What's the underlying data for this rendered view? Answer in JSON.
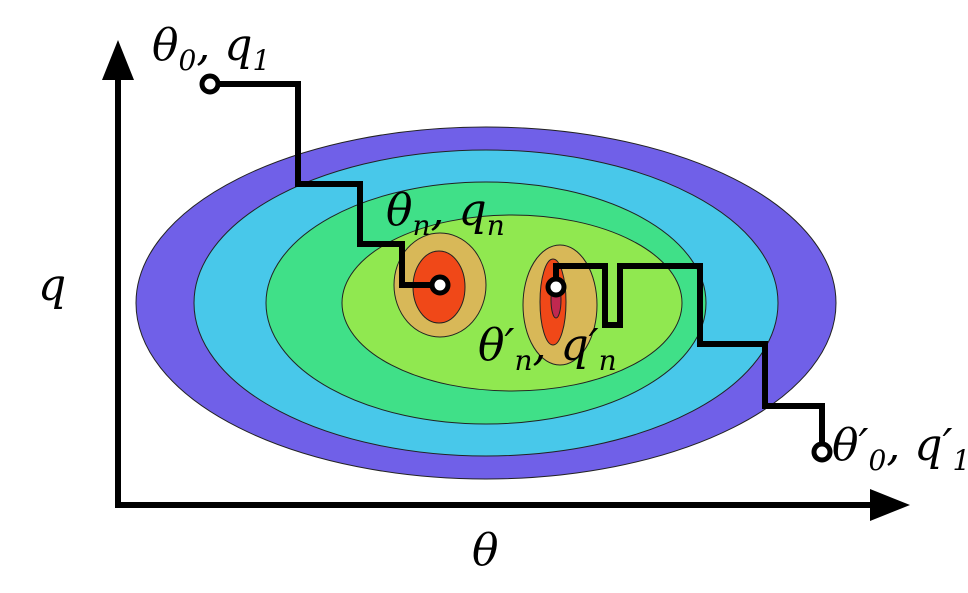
{
  "axes": {
    "x_label": "θ",
    "y_label": "q"
  },
  "points": {
    "start_1": {
      "main": "θ",
      "sub": "0",
      "sep": ", q",
      "sub2": "1",
      "prime": ""
    },
    "end_1": {
      "main": "θ",
      "sub": "n",
      "sep": ", q",
      "sub2": "n",
      "prime": ""
    },
    "start_2": {
      "main": "θ′",
      "sub": "0",
      "sep": ", q′",
      "sub2": "1",
      "prime": ""
    },
    "end_2": {
      "main": "θ′",
      "sub": "n",
      "sep": ", q′",
      "sub2": "n",
      "prime": ""
    }
  },
  "colors": {
    "contour_1": "#7060e8",
    "contour_2": "#48c8ea",
    "contour_3": "#40e088",
    "contour_4": "#90e850",
    "contour_5": "#d8b858",
    "contour_6": "#f04818",
    "contour_7": "#c02850",
    "path": "#000000",
    "axis": "#000000"
  }
}
